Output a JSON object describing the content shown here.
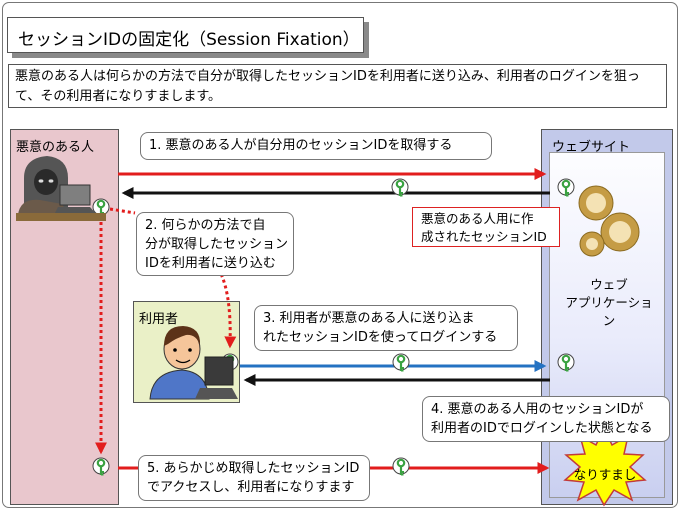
{
  "title": "セッションIDの固定化（Session Fixation）",
  "description": "悪意のある人は何らかの方法で自分が取得したセッションIDを利用者に送り込み、利用者のログインを狙って、その利用者になりすまします。",
  "lanes": {
    "attacker": "悪意のある人",
    "website": "ウェブサイト",
    "user": "利用者"
  },
  "steps": [
    {
      "text_lines": [
        "1. 悪意のある人が自分用のセッションIDを取得する"
      ]
    },
    {
      "text_lines": [
        "2. 何らかの方法で自",
        "分が取得したセッション",
        "IDを利用者に送り込む"
      ]
    },
    {
      "text_lines": [
        "3. 利用者が悪意のある人に送り込ま",
        "れたセッションIDを使ってログインする"
      ]
    },
    {
      "text_lines": [
        "4. 悪意のある人用のセッションIDが",
        "利用者のIDでログインした状態となる"
      ]
    },
    {
      "text_lines": [
        "5. あらかじめ取得したセッションID",
        "でアクセスし、利用者になりすます"
      ]
    }
  ],
  "session_note_lines": [
    "悪意のある人用に作",
    "成されたセッションID"
  ],
  "webapp_lines": [
    "ウェブ",
    "アプリケーション"
  ],
  "spoof_label": "なりすまし",
  "colors": {
    "attacker_lane": "#e9c7cd",
    "website_lane": "#c2c9ea",
    "user_box": "#eaf0c7",
    "red_arrow": "#e21d1d",
    "blue_arrow": "#2472c2",
    "black_arrow": "#111111",
    "key_green": "#3aa241",
    "burst_yellow": "#ffff00"
  }
}
